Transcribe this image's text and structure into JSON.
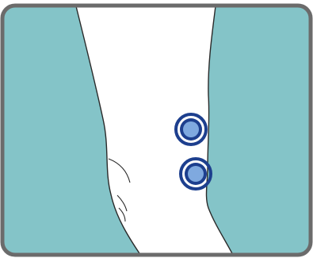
{
  "colors": {
    "panel_background": "#84c4c8",
    "panel_border": "#6b6b6b",
    "page_background": "#ffffff",
    "limb_fill": "#ffffff",
    "limb_outline": "#2a2a2a",
    "marker_ring": "#1d3f8e",
    "marker_inner": "#7fa9df"
  },
  "illustration": {
    "subject": "leg-knee-side-view",
    "markers": [
      {
        "name": "upper-electrode-marker",
        "icon": "ring-icon"
      },
      {
        "name": "lower-electrode-marker",
        "icon": "ring-icon"
      }
    ]
  }
}
